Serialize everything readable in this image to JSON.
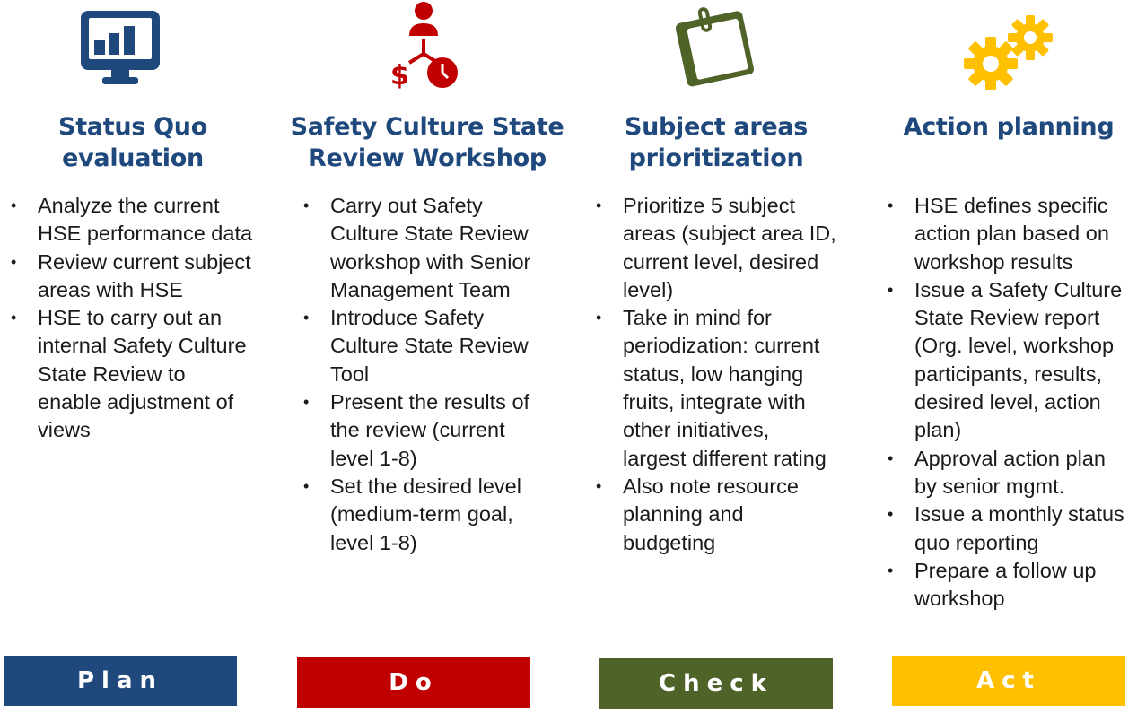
{
  "columns": [
    {
      "icon": "monitor-chart-icon",
      "title_line1": "Status Quo",
      "title_line2": "evaluation",
      "bullets": [
        "Analyze the current HSE performance data",
        "Review current subject areas with HSE",
        "HSE to carry out an internal Safety Culture State Review to enable adjustment of views"
      ],
      "phase_label": "Plan",
      "phase_color": "#1F497D"
    },
    {
      "icon": "person-cost-time-icon",
      "title_line1": "Safety Culture State",
      "title_line2": "Review Workshop",
      "bullets": [
        "Carry out Safety Culture State Review workshop with Senior Management Team",
        "Introduce Safety Culture State Review Tool",
        "Present the results of the review (current level 1-8)",
        "Set the desired level (medium-term goal, level 1-8)"
      ],
      "phase_label": "Do",
      "phase_color": "#C00000"
    },
    {
      "icon": "sticky-note-icon",
      "title_line1": "Subject areas",
      "title_line2": "prioritization",
      "bullets": [
        "Prioritize 5 subject areas (subject area ID, current level, desired level)",
        "Take in mind for periodization: current status, low hanging fruits, integrate with other initiatives, largest different rating",
        "Also note resource planning and budgeting"
      ],
      "phase_label": "Check",
      "phase_color": "#4F6228"
    },
    {
      "icon": "gears-icon",
      "title_line1": "Action planning",
      "title_line2": "",
      "bullets": [
        "HSE defines specific action plan based on workshop results",
        "Issue a Safety Culture State Review report (Org. level, workshop participants, results, desired level, action plan)",
        "Approval action plan by senior mgmt.",
        "Issue a monthly status quo reporting",
        "Prepare a follow up workshop"
      ],
      "phase_label": "Act",
      "phase_color": "#FFC000"
    }
  ]
}
